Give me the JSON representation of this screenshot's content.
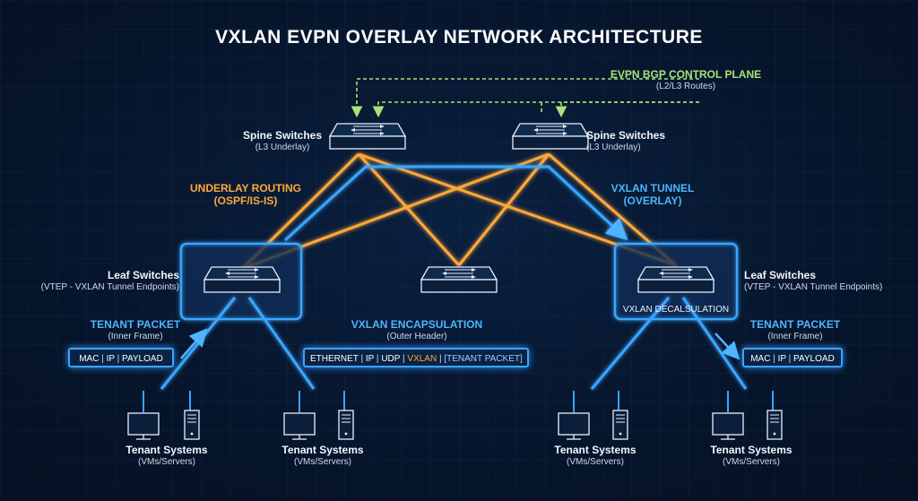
{
  "title": "VXLAN EVPN OVERLAY NETWORK ARCHITECTURE",
  "control_plane": {
    "title": "EVPN BGP CONTROL PLANE",
    "subtitle": "(L2/L3 Routes)"
  },
  "spine": {
    "title": "Spine Switches",
    "subtitle": "(L3 Underlay)"
  },
  "underlay": {
    "line1": "UNDERLAY ROUTING",
    "line2": "(OSPF/IS-IS)"
  },
  "tunnel": {
    "line1": "VXLAN TUNNEL",
    "line2": "(OVERLAY)"
  },
  "leaf": {
    "title": "Leaf Switches",
    "subtitle": "(VTEP - VXLAN Tunnel Endpoints)"
  },
  "decap_label": "VXLAN DECALSULATION",
  "tenant_packet": {
    "title": "TENANT PACKET",
    "subtitle": "(Inner Frame)",
    "fields": [
      "MAC",
      "IP",
      "PAYLOAD"
    ]
  },
  "encap": {
    "title": "VXLAN ENCAPSULATION",
    "subtitle": "(Outer Header)",
    "fields": [
      "ETHERNET",
      "IP",
      "UDP",
      "VXLAN",
      "[TENANT PACKET]"
    ]
  },
  "tenant_systems": {
    "title": "Tenant Systems",
    "subtitle": "(VMs/Servers)"
  },
  "colors": {
    "background": "#07152b",
    "grid": "#123a66",
    "underlay": "#ffa83a",
    "overlay": "#3aa6ff",
    "control": "#a8e27a"
  },
  "icons": [
    "switch-icon",
    "monitor-icon",
    "server-tower-icon",
    "arrow-icon"
  ]
}
